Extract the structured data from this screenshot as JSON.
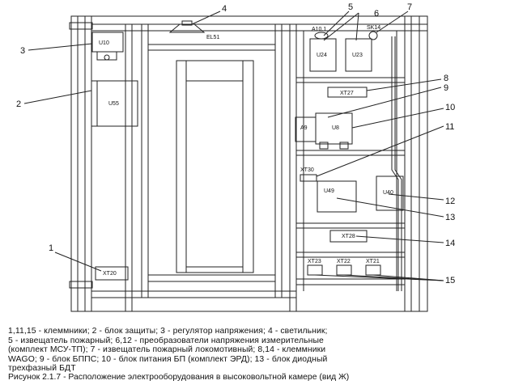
{
  "labels": {
    "U10": "U10",
    "U55": "U55",
    "EL51": "EL51",
    "A10_1": "A10.1",
    "SK14": "SK14",
    "U24": "U24",
    "U23": "U23",
    "XT27": "XT27",
    "A9": "A9",
    "U8": "U8",
    "XT30": "XT30",
    "U49": "U49",
    "U40": "U40",
    "XT28": "XT28",
    "XT20": "XT20",
    "XT23": "XT23",
    "XT22": "XT22",
    "XT21": "XT21"
  },
  "callouts": [
    "1",
    "2",
    "3",
    "4",
    "5",
    "6",
    "7",
    "8",
    "9",
    "10",
    "11",
    "12",
    "13",
    "14",
    "15"
  ],
  "legend": [
    "1,11,15 - клеммники; 2 - блок защиты; 3 - регулятор напряжения; 4 - светильник;",
    "5 - извещатель пожарный; 6,12 - преобразователи напряжения измерительные",
    "(комплект МСУ-ТП); 7 - извещатель пожарный локомотивный; 8,14 - клеммники",
    "WAGO; 9 - блок БППС; 10 - блок питания БП (комплект ЭРД); 13 - блок диодный",
    "трехфазный БДТ"
  ],
  "caption": "Рисунок 2.1.7 - Расположение электрооборудования в высоковольтной камере (вид Ж)"
}
